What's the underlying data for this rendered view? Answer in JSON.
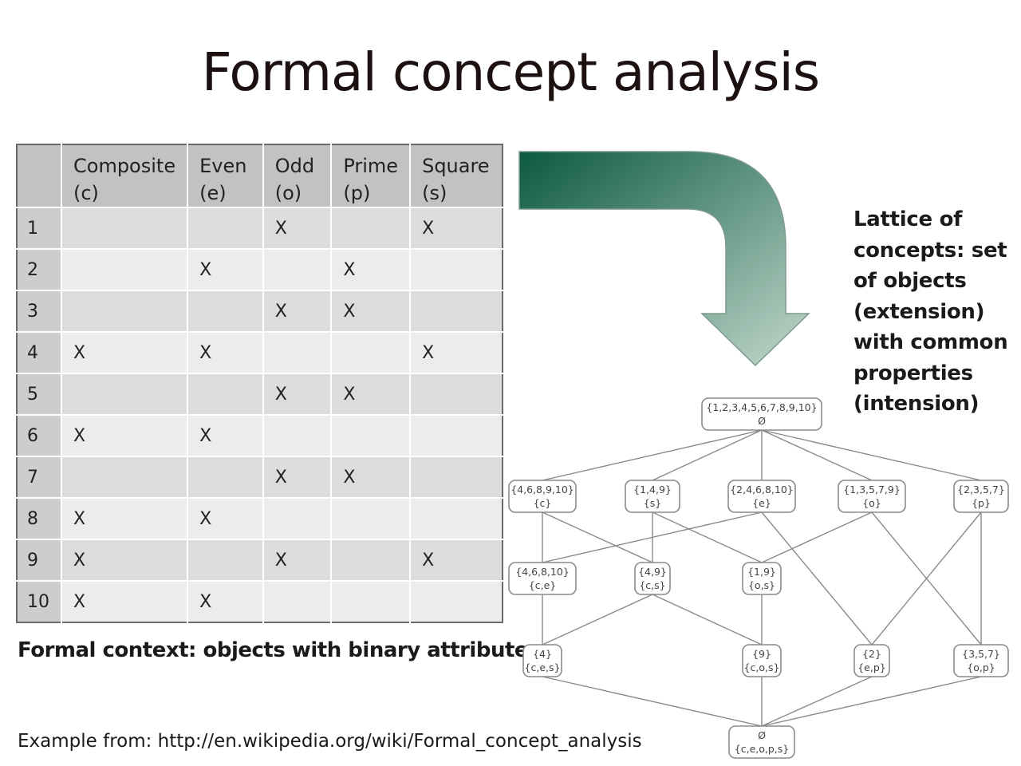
{
  "title": "Formal concept analysis",
  "context_table": {
    "headers": [
      {
        "line1": "",
        "line2": ""
      },
      {
        "line1": "Composite",
        "line2": "(c)"
      },
      {
        "line1": "Even",
        "line2": "(e)"
      },
      {
        "line1": "Odd",
        "line2": "(o)"
      },
      {
        "line1": "Prime",
        "line2": "(p)"
      },
      {
        "line1": "Square",
        "line2": "(s)"
      }
    ],
    "rows": [
      [
        "1",
        "",
        "",
        "X",
        "",
        "X"
      ],
      [
        "2",
        "",
        "X",
        "",
        "X",
        ""
      ],
      [
        "3",
        "",
        "",
        "X",
        "X",
        ""
      ],
      [
        "4",
        "X",
        "X",
        "",
        "",
        "X"
      ],
      [
        "5",
        "",
        "",
        "X",
        "X",
        ""
      ],
      [
        "6",
        "X",
        "X",
        "",
        "",
        ""
      ],
      [
        "7",
        "",
        "",
        "X",
        "X",
        ""
      ],
      [
        "8",
        "X",
        "X",
        "",
        "",
        ""
      ],
      [
        "9",
        "X",
        "",
        "X",
        "",
        "X"
      ],
      [
        "10",
        "X",
        "X",
        "",
        "",
        ""
      ]
    ]
  },
  "caption": "Formal context: objects with binary attributes",
  "source": "Example from: http://en.wikipedia.org/wiki/Formal_concept_analysis",
  "lattice_description": [
    "Lattice of",
    "concepts: set",
    "of objects",
    "(extension)",
    "with common",
    "properties",
    "(intension)"
  ],
  "arrow_colors": {
    "start": "#0c5a3f",
    "end": "#c2d8cd"
  },
  "lattice": {
    "nodes": [
      {
        "id": "top",
        "extent": "{1,2,3,4,5,6,7,8,9,10}",
        "intent": "Ø"
      },
      {
        "id": "c",
        "extent": "{4,6,8,9,10}",
        "intent": "{c}"
      },
      {
        "id": "s",
        "extent": "{1,4,9}",
        "intent": "{s}"
      },
      {
        "id": "e",
        "extent": "{2,4,6,8,10}",
        "intent": "{e}"
      },
      {
        "id": "o",
        "extent": "{1,3,5,7,9}",
        "intent": "{o}"
      },
      {
        "id": "p",
        "extent": "{2,3,5,7}",
        "intent": "{p}"
      },
      {
        "id": "ce",
        "extent": "{4,6,8,10}",
        "intent": "{c,e}"
      },
      {
        "id": "cs",
        "extent": "{4,9}",
        "intent": "{c,s}"
      },
      {
        "id": "os",
        "extent": "{1,9}",
        "intent": "{o,s}"
      },
      {
        "id": "ces",
        "extent": "{4}",
        "intent": "{c,e,s}"
      },
      {
        "id": "cos",
        "extent": "{9}",
        "intent": "{c,o,s}"
      },
      {
        "id": "ep",
        "extent": "{2}",
        "intent": "{e,p}"
      },
      {
        "id": "op",
        "extent": "{3,5,7}",
        "intent": "{o,p}"
      },
      {
        "id": "bottom",
        "extent": "Ø",
        "intent": "{c,e,o,p,s}"
      }
    ],
    "edges": [
      [
        "top",
        "c"
      ],
      [
        "top",
        "s"
      ],
      [
        "top",
        "e"
      ],
      [
        "top",
        "o"
      ],
      [
        "top",
        "p"
      ],
      [
        "c",
        "ce"
      ],
      [
        "c",
        "cs"
      ],
      [
        "e",
        "ce"
      ],
      [
        "s",
        "cs"
      ],
      [
        "s",
        "os"
      ],
      [
        "o",
        "os"
      ],
      [
        "e",
        "ep"
      ],
      [
        "o",
        "op"
      ],
      [
        "p",
        "ep"
      ],
      [
        "p",
        "op"
      ],
      [
        "ce",
        "ces"
      ],
      [
        "cs",
        "ces"
      ],
      [
        "cs",
        "cos"
      ],
      [
        "os",
        "cos"
      ],
      [
        "ces",
        "bottom"
      ],
      [
        "cos",
        "bottom"
      ],
      [
        "ep",
        "bottom"
      ],
      [
        "op",
        "bottom"
      ]
    ]
  }
}
